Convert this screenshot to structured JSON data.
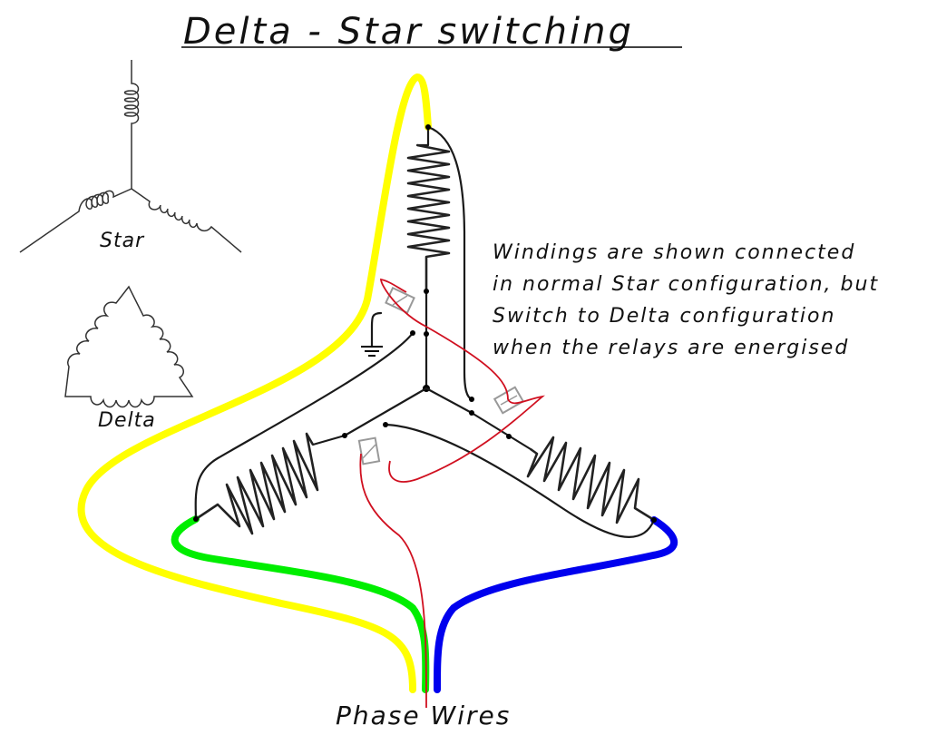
{
  "title": "Delta - Star switching",
  "note_lines": [
    "Windings are shown connected",
    "in normal Star configuration, but",
    "Switch to Delta configuration",
    "when the relays are energised"
  ],
  "legend": {
    "star_label": "Star",
    "delta_label": "Delta"
  },
  "footer_label": "Phase Wires",
  "wires": {
    "phase_1_color": "#ffff00",
    "phase_2_color": "#00ee00",
    "phase_3_color": "#0000ee",
    "control_color": "#d01020",
    "winding_color": "#222222",
    "relay_color": "#999999"
  },
  "components": {
    "windings": [
      "top-winding",
      "left-winding",
      "right-winding"
    ],
    "relays": [
      "top-relay",
      "right-relay",
      "left-relay"
    ],
    "ground": "ground-symbol"
  }
}
